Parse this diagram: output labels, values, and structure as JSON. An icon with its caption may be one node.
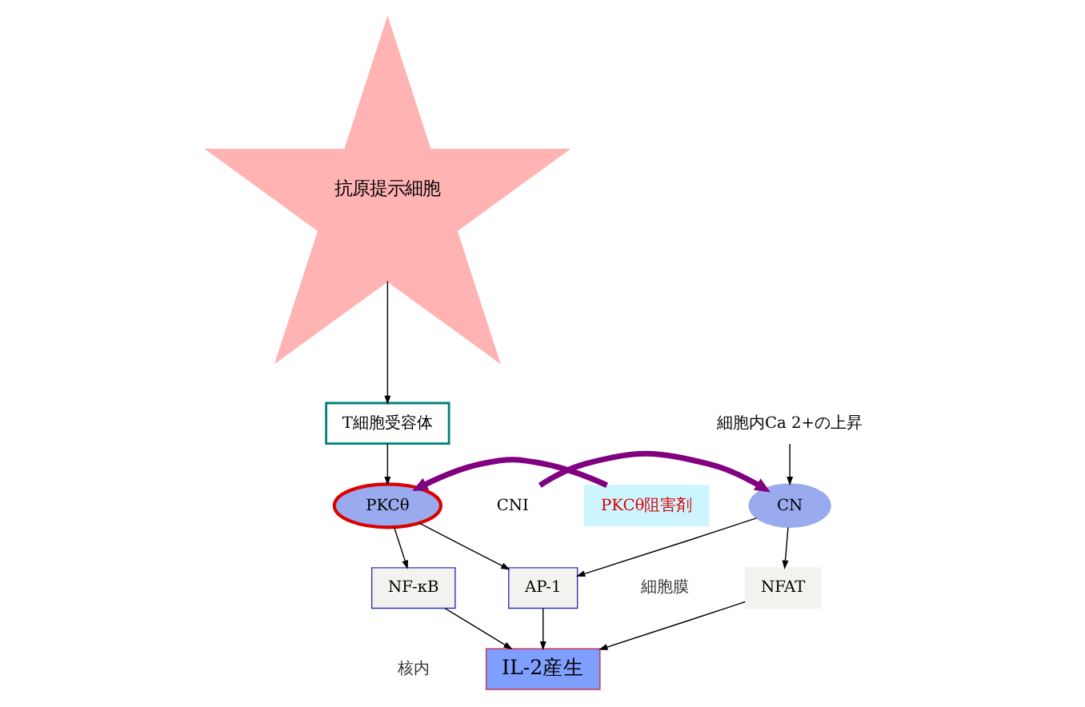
{
  "diagram": {
    "nodes": [
      {
        "text": [
          "抗原提示細胞"
        ]
      },
      {
        "text": [
          "T細胞受容体"
        ]
      },
      {
        "text": [
          "細胞内Ca 2+の上昇"
        ]
      },
      {
        "text": [
          "CNI"
        ]
      },
      {
        "text": [
          "CN"
        ]
      },
      {
        "text": [
          "PKCθ"
        ]
      },
      {
        "text": [
          "PKCθ阻害剤"
        ]
      },
      {
        "text": [
          "NFAT"
        ]
      },
      {
        "text": [
          "AP-1"
        ]
      },
      {
        "text": [
          "NF-κB"
        ]
      },
      {
        "text": [
          "IL-2産生"
        ]
      }
    ],
    "edges": [
      {
        "from": 0,
        "to": 1,
        "arrow": "to"
      },
      {
        "from": 2,
        "to": 4,
        "arrow": "to"
      },
      {
        "from": 1,
        "to": 5,
        "arrow": "to"
      },
      {
        "from": 3,
        "to": 4,
        "arrow": "to",
        "style": "thick",
        "color": "#800080"
      },
      {
        "from": 6,
        "to": 5,
        "arrow": "to",
        "style": "thick",
        "color": "#800080"
      },
      {
        "from": 4,
        "to": 7,
        "arrow": "to"
      },
      {
        "from": 4,
        "to": 8,
        "arrow": "to"
      },
      {
        "from": 5,
        "to": 8,
        "arrow": "to"
      },
      {
        "from": 5,
        "to": 9,
        "arrow": "to"
      },
      {
        "from": 7,
        "to": 10,
        "arrow": "to"
      },
      {
        "from": 8,
        "to": 10,
        "arrow": "to"
      },
      {
        "from": 9,
        "to": 10,
        "arrow": "to"
      }
    ],
    "labels": [
      "細胞膜",
      "核内"
    ]
  }
}
